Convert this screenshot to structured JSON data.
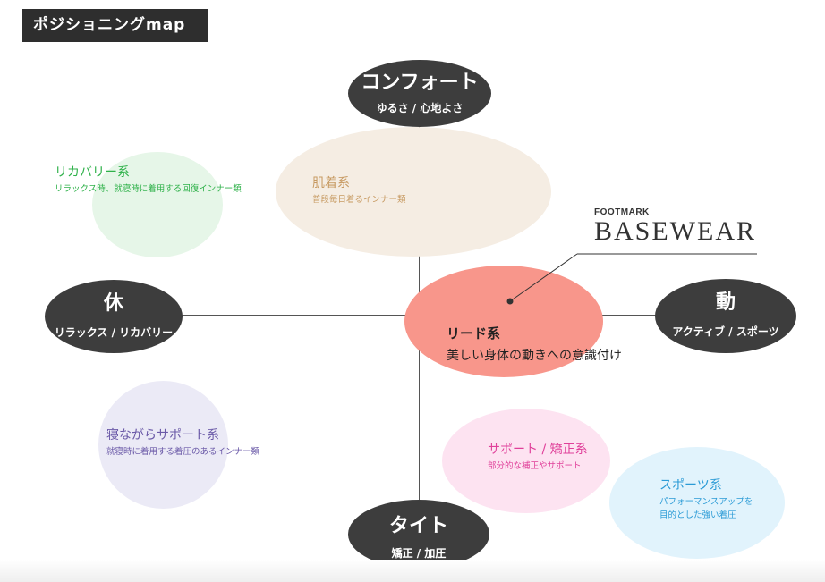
{
  "title": "ポジショニングmap",
  "axes": {
    "top": {
      "main": "コンフォート",
      "sub": "ゆるさ / 心地よさ"
    },
    "left": {
      "main": "休",
      "sub": "リラックス / リカバリー"
    },
    "right": {
      "main": "動",
      "sub": "アクティブ / スポーツ"
    },
    "bottom": {
      "main": "タイト",
      "sub": "矯正 / 加圧"
    }
  },
  "categories": {
    "recovery": {
      "name": "リカバリー系",
      "desc": "リラックス時、就寝時に着用する回復インナー類",
      "color": "#2fb14a",
      "fill": "#e6f6e8"
    },
    "hadagi": {
      "name": "肌着系",
      "desc": "普段毎日着るインナー類",
      "color": "#c79a62",
      "fill": "#f5ede3"
    },
    "lead": {
      "name": "リード系",
      "desc": "美しい身体の動きへの意識付け",
      "color": "#222222",
      "fill": "#f8968b"
    },
    "sleep_support": {
      "name": "寝ながらサポート系",
      "desc": "就寝時に着用する着圧のあるインナー類",
      "color": "#6b5aa8",
      "fill": "#ebeaf6"
    },
    "support": {
      "name": "サポート / 矯正系",
      "desc": "部分的な補正やサポート",
      "color": "#e0409a",
      "fill": "#fde3f1"
    },
    "sports": {
      "name": "スポーツ系",
      "desc_line1": "パフォーマンスアップを",
      "desc_line2": "目的とした強い着圧",
      "color": "#2b9bd6",
      "fill": "#e1f3fc"
    }
  },
  "brand": {
    "small": "FOOTMARK",
    "big": "BASEWEAR"
  }
}
